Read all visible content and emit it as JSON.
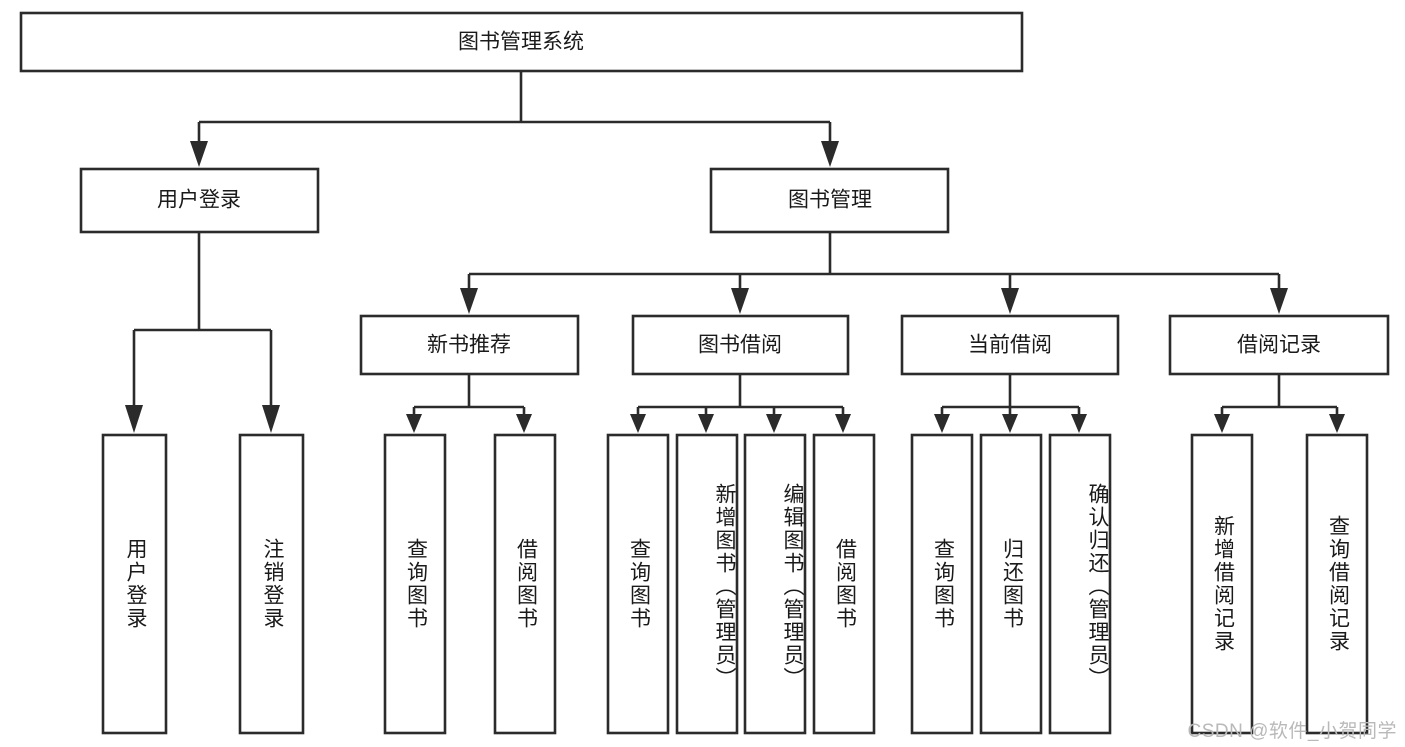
{
  "diagram": {
    "type": "tree-hierarchy",
    "title": "图书管理系统",
    "watermark": "CSDN @软件_小贺同学",
    "colors": {
      "background": "#ffffff",
      "stroke": "#2b2b2b",
      "fill": "#ffffff",
      "text": "#1a1a1a",
      "watermark": "#b9b9b9"
    },
    "nodes": {
      "root": {
        "label": "图书管理系统",
        "level": 1
      },
      "level2": [
        {
          "id": "user-login",
          "label": "用户登录"
        },
        {
          "id": "book-manage",
          "label": "图书管理"
        }
      ],
      "level3": [
        {
          "id": "new-book-recommend",
          "label": "新书推荐",
          "parent": "book-manage"
        },
        {
          "id": "book-borrow",
          "label": "图书借阅",
          "parent": "book-manage"
        },
        {
          "id": "current-borrow",
          "label": "当前借阅",
          "parent": "book-manage"
        },
        {
          "id": "borrow-record",
          "label": "借阅记录",
          "parent": "book-manage"
        }
      ],
      "leaves": {
        "user-login": [
          {
            "id": "leaf-user-login",
            "label": "用户登录"
          },
          {
            "id": "leaf-logout",
            "label": "注销登录"
          }
        ],
        "new-book-recommend": [
          {
            "id": "leaf-query-book-1",
            "label": "查询图书"
          },
          {
            "id": "leaf-borrow-book-1",
            "label": "借阅图书"
          }
        ],
        "book-borrow": [
          {
            "id": "leaf-query-book-2",
            "label": "查询图书"
          },
          {
            "id": "leaf-add-book",
            "label": "新增图书（管理员）"
          },
          {
            "id": "leaf-edit-book",
            "label": "编辑图书（管理员）"
          },
          {
            "id": "leaf-borrow-book-2",
            "label": "借阅图书"
          }
        ],
        "current-borrow": [
          {
            "id": "leaf-query-book-3",
            "label": "查询图书"
          },
          {
            "id": "leaf-return-book",
            "label": "归还图书"
          },
          {
            "id": "leaf-confirm-return",
            "label": "确认归还（管理员）"
          }
        ],
        "borrow-record": [
          {
            "id": "leaf-add-record",
            "label": "新增借阅记录"
          },
          {
            "id": "leaf-query-record",
            "label": "查询借阅记录"
          }
        ]
      }
    }
  }
}
